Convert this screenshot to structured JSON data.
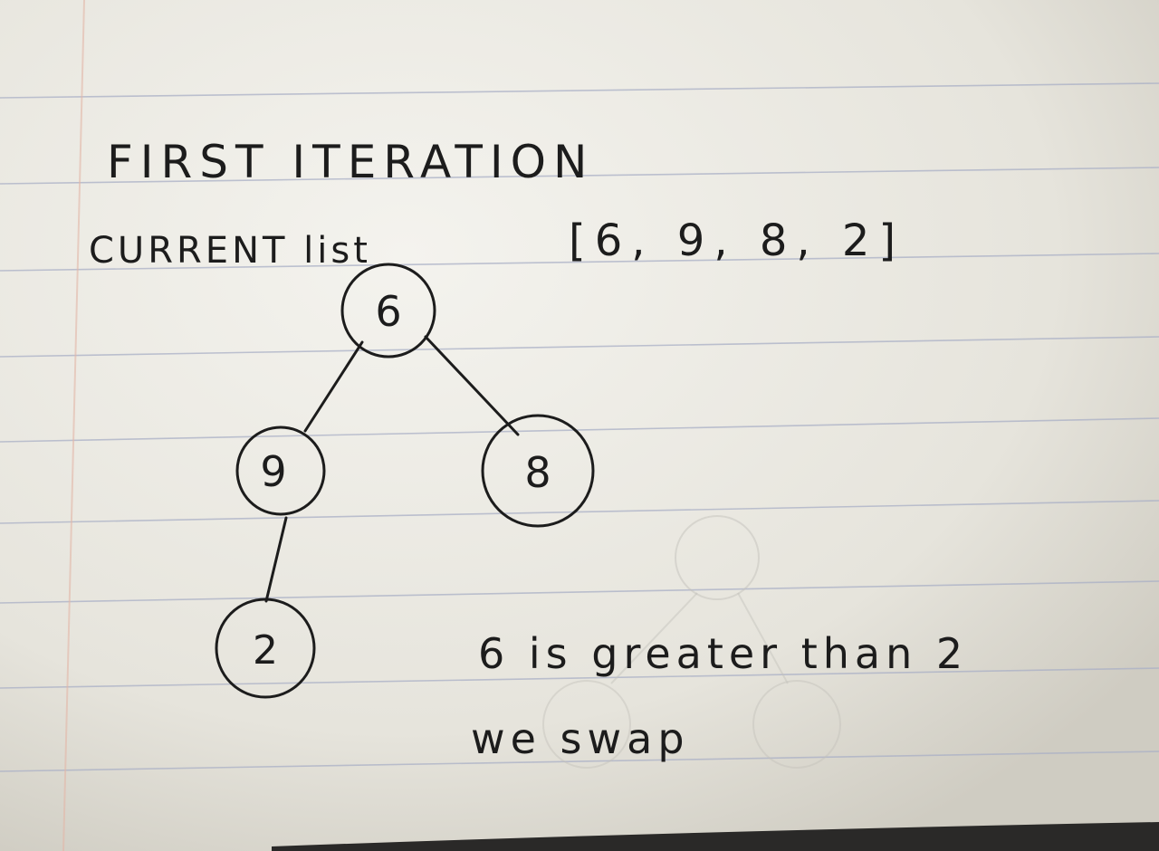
{
  "heading": "FIRST ITERATION",
  "current_list": {
    "label": "CURRENT list",
    "values": "[6, 9, 8, 2]"
  },
  "tree": {
    "nodes": [
      {
        "id": "root",
        "value": "6"
      },
      {
        "id": "left",
        "value": "9"
      },
      {
        "id": "right",
        "value": "8"
      },
      {
        "id": "left-left",
        "value": "2"
      }
    ],
    "edges": [
      {
        "from": "root",
        "to": "left"
      },
      {
        "from": "root",
        "to": "right"
      },
      {
        "from": "left",
        "to": "left-left"
      }
    ]
  },
  "note": {
    "line1": "6 is greater than 2",
    "line2": "we swap"
  },
  "colors": {
    "paper": "#ecebe4",
    "ink": "#1c1c1c",
    "ruled_line": "#aab0c6",
    "margin_line": "#e3b7a8"
  }
}
